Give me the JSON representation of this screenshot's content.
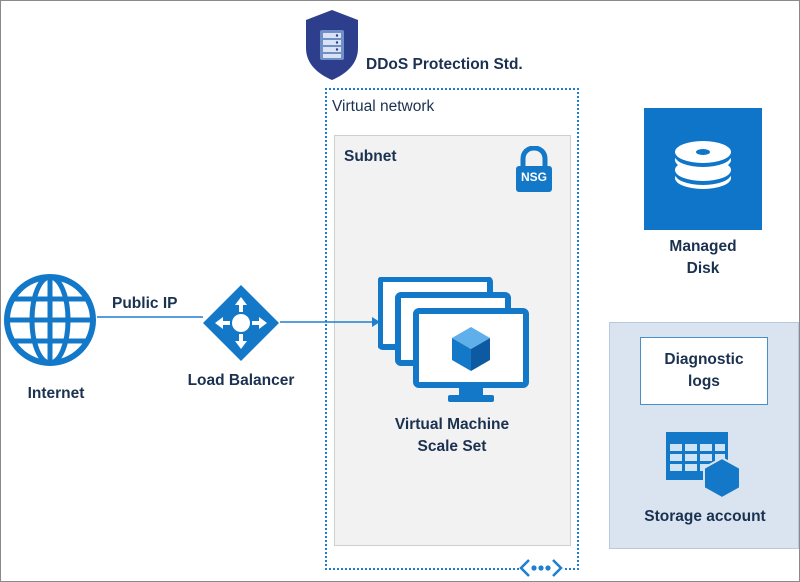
{
  "ddos": {
    "label": "DDoS Protection Std."
  },
  "vnet": {
    "label": "Virtual network"
  },
  "subnet": {
    "label": "Subnet",
    "nsg_label": "NSG"
  },
  "internet": {
    "label": "Internet"
  },
  "public_ip": {
    "label": "Public IP"
  },
  "load_balancer": {
    "label": "Load Balancer"
  },
  "vmss": {
    "label_line1": "Virtual Machine",
    "label_line2": "Scale Set"
  },
  "managed_disk": {
    "label_line1": "Managed",
    "label_line2": "Disk"
  },
  "diagnostic_logs": {
    "label_line1": "Diagnostic",
    "label_line2": "logs"
  },
  "storage_account": {
    "label": "Storage account"
  },
  "colors": {
    "azure_blue": "#0f75c9",
    "icon_blue": "#1478c8",
    "shield_navy": "#2c3e8c",
    "dotted_border": "#1e7fd0",
    "subnet_bg": "#f2f2f2",
    "storage_panel_bg": "#dae4f0"
  },
  "icons": {
    "ddos": "shield-server-icon",
    "nsg": "padlock-icon",
    "internet": "globe-icon",
    "load_balancer": "load-balancer-icon",
    "vmss": "vm-scale-set-icon",
    "managed_disk": "disk-stack-icon",
    "storage_account": "storage-grid-icon",
    "vnet_connector": "vnet-ellipsis-icon"
  }
}
